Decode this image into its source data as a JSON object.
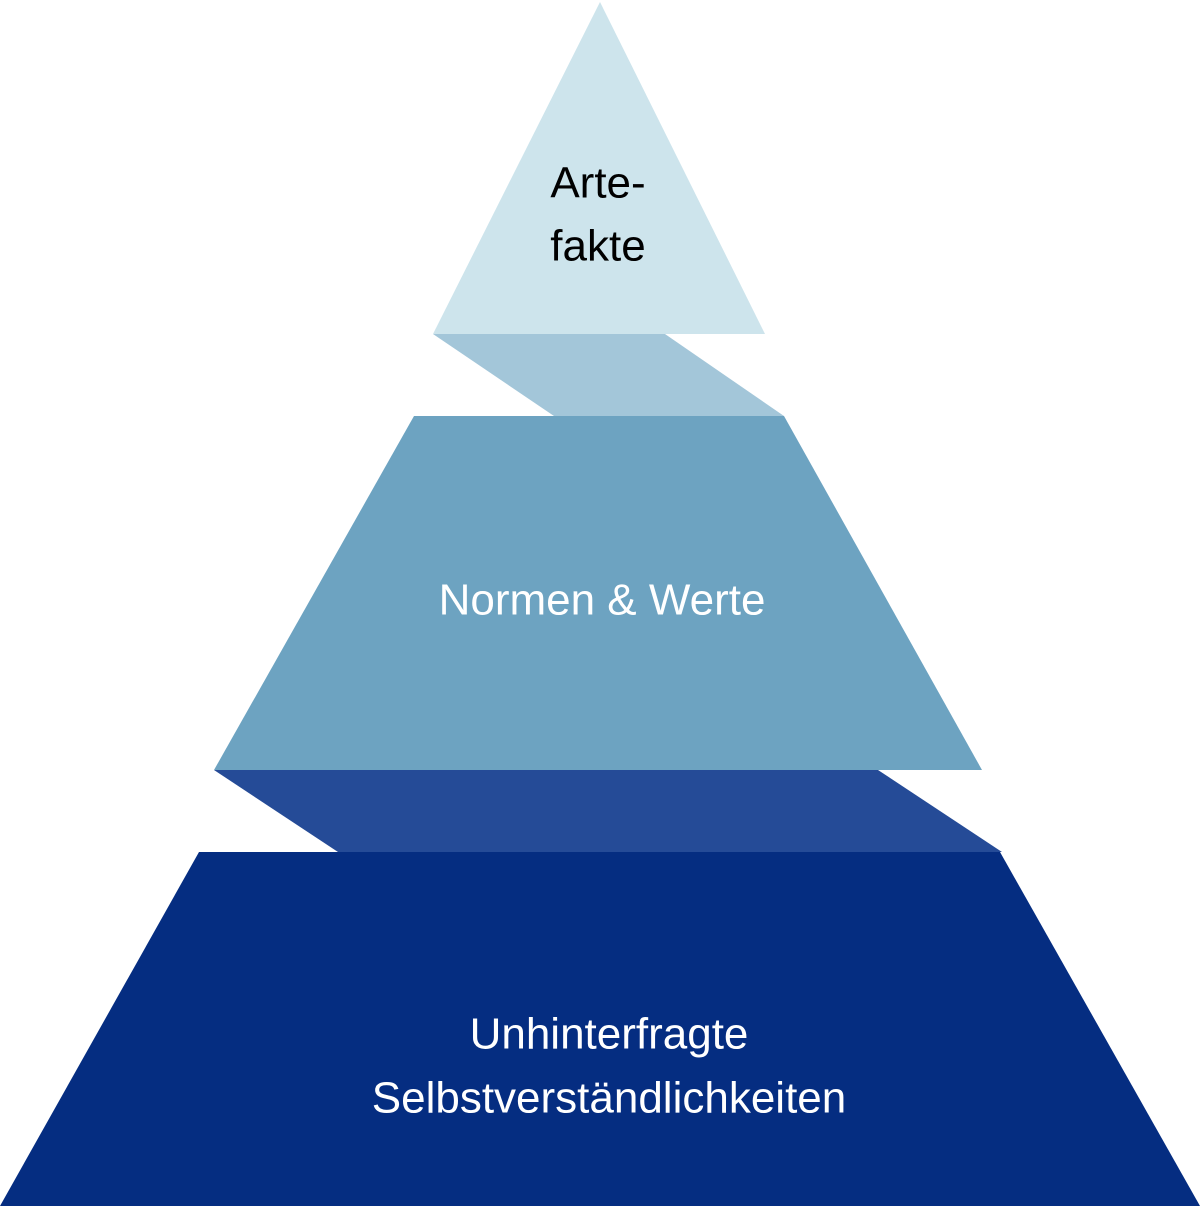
{
  "diagram": {
    "levels": [
      {
        "id": "artefakte",
        "lines": [
          "Arte-",
          "fakte"
        ],
        "fill": "#cde4ec",
        "text_color": "#000000"
      },
      {
        "id": "normen-werte",
        "lines": [
          "Normen & Werte"
        ],
        "fill": "#6da3c1",
        "text_color": "#ffffff"
      },
      {
        "id": "selbstverstaendlichkeiten",
        "lines": [
          "Unhinterfragte",
          "Selbstverständlichkeiten"
        ],
        "fill": "#052d81",
        "text_color": "#ffffff"
      }
    ],
    "connectors": [
      {
        "id": "connector-top",
        "fill": "#a3c6d9"
      },
      {
        "id": "connector-bottom",
        "fill": "#254b97"
      }
    ]
  }
}
